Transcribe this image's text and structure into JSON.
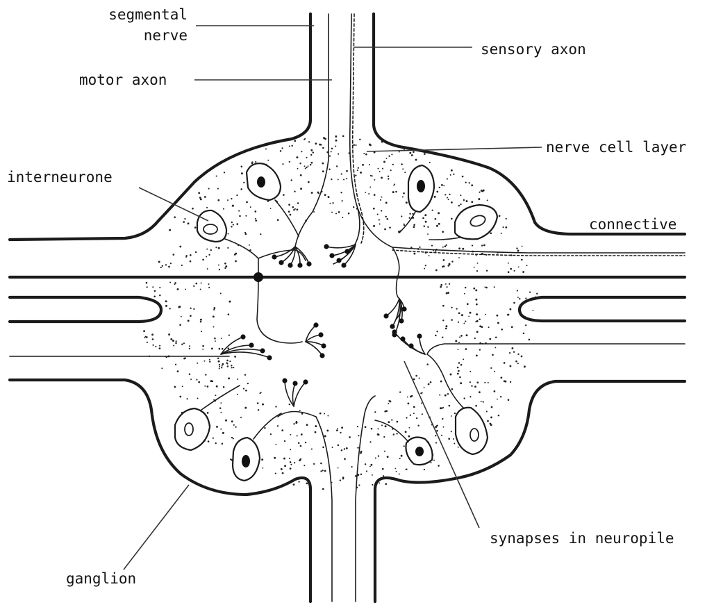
{
  "diagram": {
    "labels": {
      "segmental_nerve_1": "segmental",
      "segmental_nerve_2": "nerve",
      "sensory_axon": "sensory axon",
      "motor_axon": "motor axon",
      "nerve_cell_layer": "nerve cell layer",
      "interneurone": "interneurone",
      "connective": "connective",
      "synapses": "synapses in neuropile",
      "ganglion": "ganglion"
    }
  },
  "colors": {
    "ink": "#1b1b1b",
    "paper": "#ffffff"
  }
}
